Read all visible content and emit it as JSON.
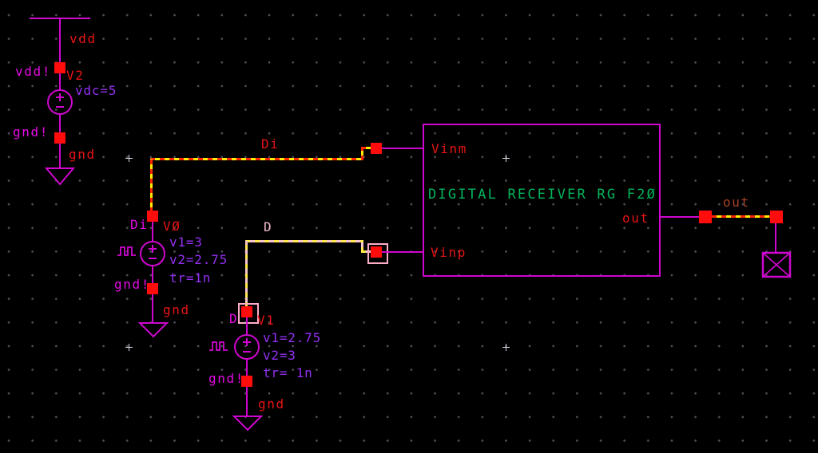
{
  "colors": {
    "background": "#000000",
    "wire_magenta": "#cf06cf",
    "selected_net_yellow": "#ffee00",
    "selected_dash_red": "#ff2600",
    "selected_net_pink": "#f6c3ce",
    "pin_red": "#ff0d0d",
    "label_red": "#e81414",
    "label_magenta": "#e50ae5",
    "property_purple": "#9330f2",
    "title_green": "#00b55c",
    "net_d_label_pink": "#f2bccb",
    "net_out_label_brown": "#a8432a",
    "grid_dot": "#50505c"
  },
  "v2": {
    "rail_label": "vdd",
    "top_global": "vdd!",
    "name": "V2",
    "props": [
      "vdc=5"
    ],
    "bottom_global": "gnd!",
    "gnd_label": "gnd"
  },
  "v0": {
    "pin_net_label": "Di",
    "name": "VØ",
    "props": [
      "v1=3",
      "v2=2.75",
      "tr=1n"
    ],
    "bottom_global": "gnd!",
    "gnd_label": "gnd"
  },
  "v1": {
    "pin_net_label": "D",
    "name": "V1",
    "props": [
      "v1=2.75",
      "v2=3",
      "tr= 1n"
    ],
    "bottom_global": "gnd!",
    "gnd_label": "gnd"
  },
  "receiver": {
    "title": "DIGITAL RECEIVER RG F2Ø",
    "pin_vinm": "Vinm",
    "pin_vinp": "Vinp",
    "pin_out": "out"
  },
  "nets": {
    "di": "Di",
    "d": "D",
    "out": "out"
  }
}
